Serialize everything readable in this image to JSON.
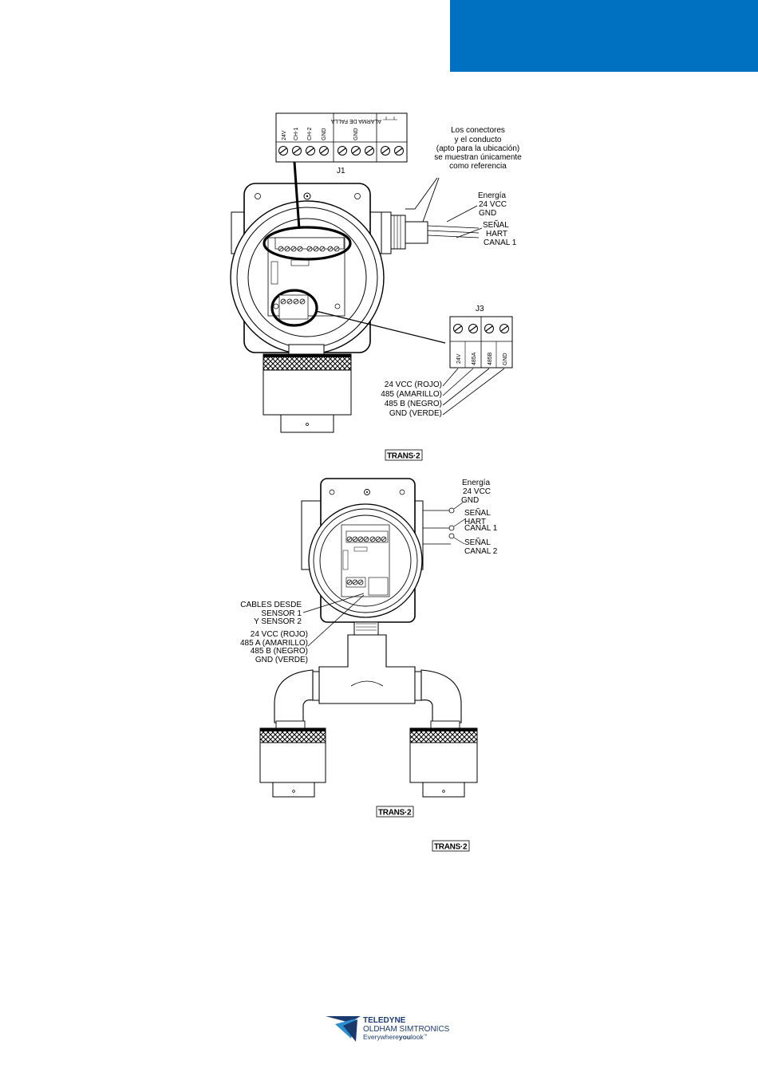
{
  "colors": {
    "header": "#0070c0",
    "logo": "#1a3a6e",
    "logo_accent": "#2a8fd0"
  },
  "figure1": {
    "j1": {
      "terminal_labels": [
        "24V",
        "CH-1",
        "CH-2",
        "GND",
        "GND",
        "ALARMA DE FALLA"
      ],
      "name": "J1"
    },
    "note_lines": [
      "Los conectores",
      "y el conducto",
      "(apto para la ubicación)",
      "se muestran únicamente",
      "como referencia"
    ],
    "power_lines": [
      "Energía",
      "24 VCC",
      "GND"
    ],
    "signal_lines": [
      "SEÑAL",
      "HART",
      "CANAL 1"
    ],
    "j3": {
      "name": "J3",
      "terminal_labels": [
        "24V",
        "485A",
        "485B",
        "GND"
      ]
    },
    "wire_lines": [
      "24 VCC (ROJO)",
      "485 (AMARILLO)",
      "485 B (NEGRO)",
      "GND (VERDE)"
    ],
    "badge": "TRANS·2"
  },
  "figure2": {
    "power_lines": [
      "Energía",
      "24 VCC",
      "GND"
    ],
    "signal1_lines": [
      "SEÑAL",
      "HART",
      "CANAL 1"
    ],
    "signal2_lines": [
      "SEÑAL",
      "CANAL 2"
    ],
    "cables_lines": [
      "CABLES DESDE",
      "SENSOR 1",
      "Y SENSOR 2"
    ],
    "wire_lines": [
      "24 VCC (ROJO)",
      "485 A (AMARILLO)",
      "485 B (NEGRO)",
      "GND (VERDE)"
    ],
    "badge": "TRANS·2"
  },
  "extra_badge": "TRANS·2",
  "footer": {
    "brand1": "TELEDYNE",
    "brand2": "OLDHAM SIMTRONICS",
    "tagline_a": "Everywhere",
    "tagline_b": "you",
    "tagline_c": "look",
    "tm": "™"
  }
}
